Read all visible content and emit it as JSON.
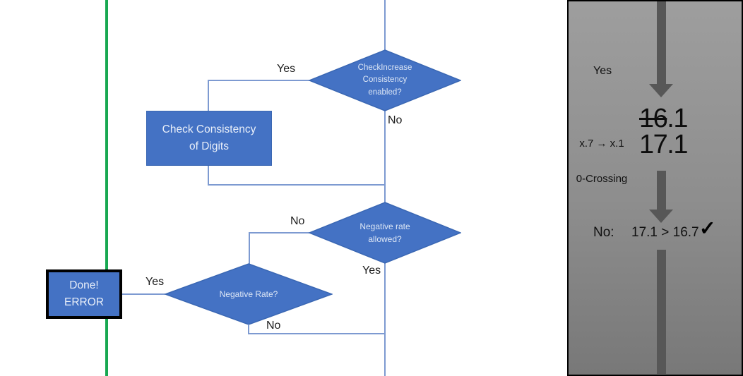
{
  "flowchart": {
    "colors": {
      "shape_fill": "#4472c4",
      "shape_border": "#3a67b3",
      "connector": "#7d9ad1",
      "green_line": "#18a851"
    },
    "nodes": {
      "check_increase": {
        "label": "CheckIncrease\nConsistency\nenabled?"
      },
      "check_consistency": {
        "label": "Check Consistency\nof Digits"
      },
      "negative_rate_allowed": {
        "label": "Negative rate\nallowed?"
      },
      "negative_rate": {
        "label": "Negative Rate?"
      },
      "done_error": {
        "label": "Done!\nERROR"
      }
    },
    "edge_labels": {
      "yes_top": "Yes",
      "no_top": "No",
      "no_mid": "No",
      "yes_mid": "Yes",
      "yes_done": "Yes",
      "no_bottom": "No"
    }
  },
  "side_panel": {
    "colors": {
      "arrow": "#575757",
      "background_top": "#9e9e9e",
      "background_bottom": "#787878"
    },
    "yes_label": "Yes",
    "rule_line1": "x.7 → x.1",
    "rule_line2": "0-Crossing",
    "value_old_struck": "16",
    "value_old_rest": ".1",
    "value_new": "17.1",
    "result_label": "No:",
    "result_comparison": "17.1 > 16.7",
    "checkmark": "✓"
  }
}
